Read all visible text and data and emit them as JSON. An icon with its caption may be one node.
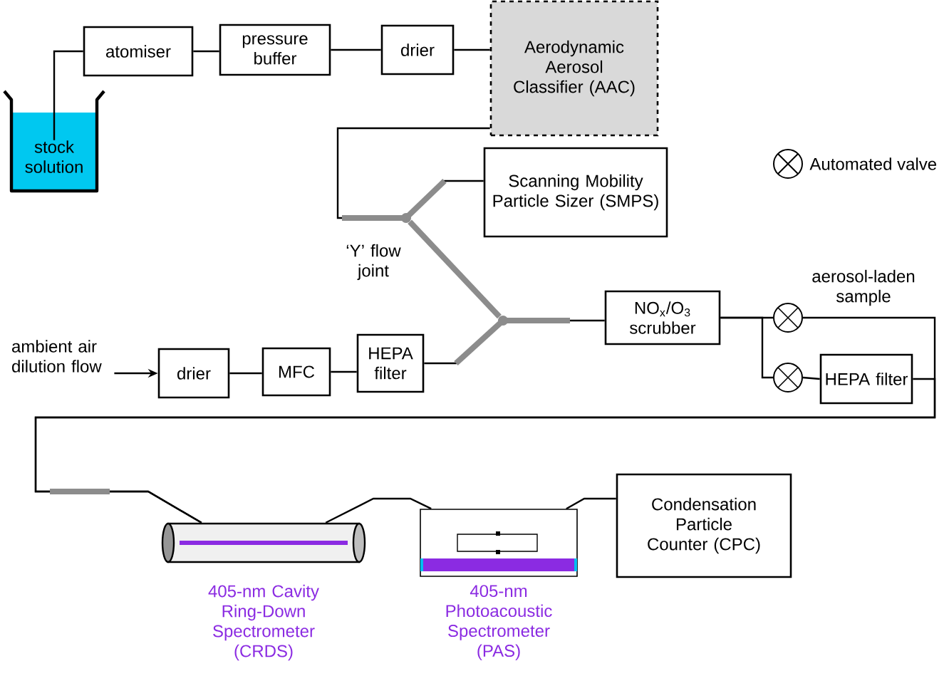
{
  "diagram": {
    "nodes": [
      {
        "text": [
          "stock solution"
        ]
      },
      {
        "text": [
          "atomiser"
        ]
      },
      {
        "text": [
          "pressure buffer"
        ]
      },
      {
        "text": [
          "drier"
        ]
      },
      {
        "text": [
          "Aerodynamic Aerosol Classifier (AAC)"
        ]
      },
      {
        "text": [],
        "shape": "joint",
        "beside": [
          "‘Y’ flow joint"
        ]
      },
      {
        "text": [
          "Scanning Mobility Particle Sizer (SMPS)"
        ]
      },
      {
        "text": [],
        "shape": "joint"
      },
      {
        "text": [
          "ambient air dilution flow"
        ]
      },
      {
        "text": [
          "drier"
        ]
      },
      {
        "text": [
          "MFC"
        ]
      },
      {
        "text": [
          "HEPA filter"
        ]
      },
      {
        "text": [
          "NO$_{x}$/O$_{3}$ scrubber"
        ]
      },
      {
        "text": [],
        "shape": "circle"
      },
      {
        "text": [],
        "shape": "circle"
      },
      {
        "text": [
          "HEPA filter"
        ]
      },
      {
        "text": [],
        "shape": "cylinder",
        "beside": [
          "405-nm Cavity Ring-Down Spectrometer (CRDS)"
        ]
      },
      {
        "text": [],
        "shape": "box",
        "beside": [
          "405-nm Photoacoustic Spectrometer (PAS)"
        ]
      },
      {
        "text": [
          "Condensation Particle Counter (CPC)"
        ]
      }
    ],
    "edges": [
      {
        "from": 0,
        "to": 1,
        "arrow": "none"
      },
      {
        "from": 1,
        "to": 2,
        "arrow": "none"
      },
      {
        "from": 2,
        "to": 3,
        "arrow": "none"
      },
      {
        "from": 3,
        "to": 4,
        "arrow": "none"
      },
      {
        "from": 4,
        "to": 5,
        "arrow": "none"
      },
      {
        "from": 5,
        "to": 6,
        "arrow": "none"
      },
      {
        "from": 5,
        "to": 7,
        "arrow": "none",
        "style": "thick",
        "color": "#8c8c8c"
      },
      {
        "from": 8,
        "to": 9,
        "arrow": "to"
      },
      {
        "from": 9,
        "to": 10,
        "arrow": "none"
      },
      {
        "from": 10,
        "to": 11,
        "arrow": "none"
      },
      {
        "from": 11,
        "to": 7,
        "arrow": "none"
      },
      {
        "from": 7,
        "to": 12,
        "arrow": "none"
      },
      {
        "from": 12,
        "to": 13,
        "arrow": "none"
      },
      {
        "from": 12,
        "to": 14,
        "arrow": "none"
      },
      {
        "from": 14,
        "to": 15,
        "arrow": "none"
      },
      {
        "from": 13,
        "to": 16,
        "arrow": "none"
      },
      {
        "from": 15,
        "to": 16,
        "arrow": "none"
      },
      {
        "from": 16,
        "to": 17,
        "arrow": "none"
      },
      {
        "from": 17,
        "to": 18,
        "arrow": "none"
      }
    ],
    "labels": [
      "aerosol-laden sample"
    ],
    "legend": [
      {
        "text": "Automated valve"
      }
    ]
  }
}
